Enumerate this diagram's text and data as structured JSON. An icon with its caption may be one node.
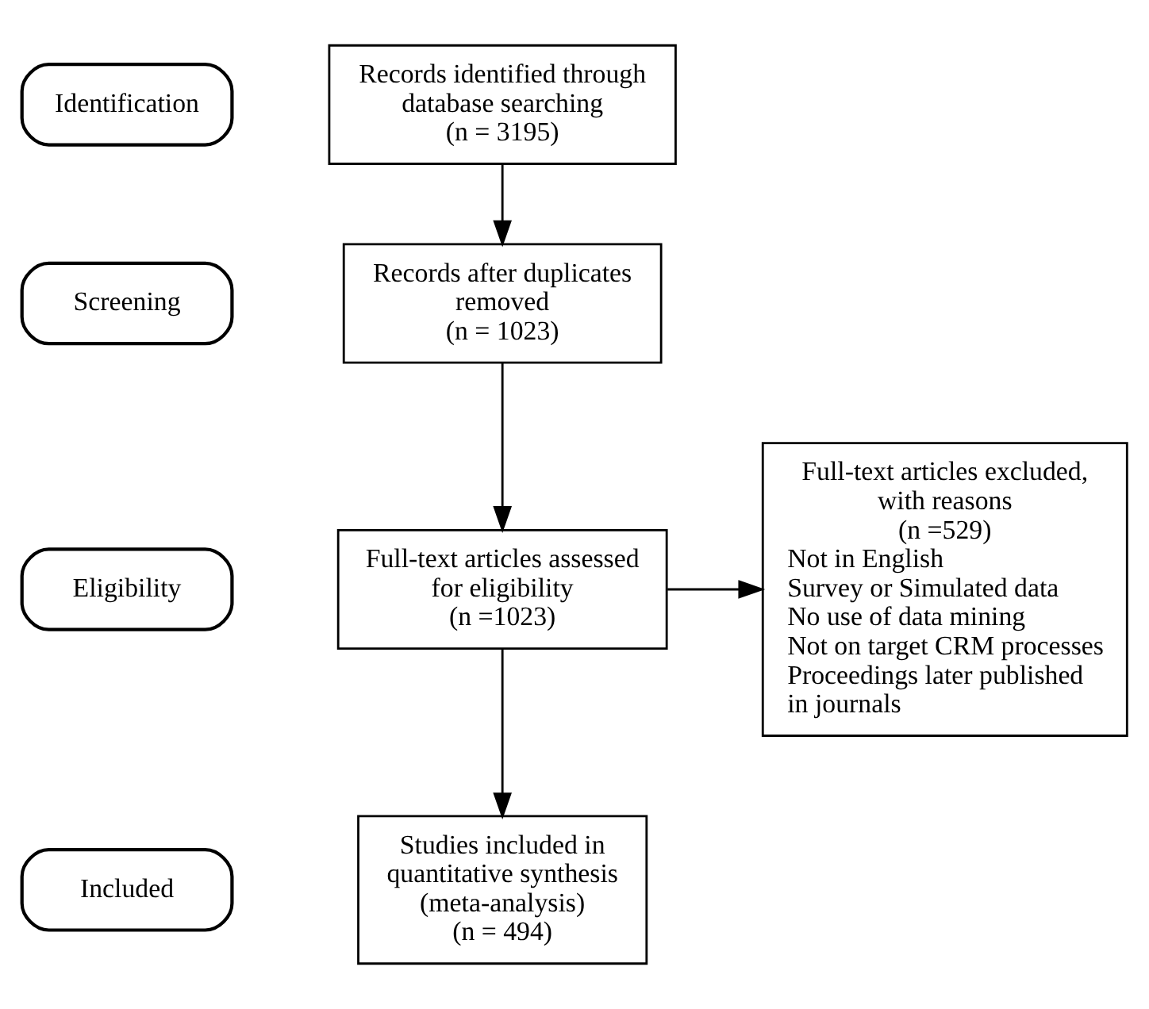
{
  "diagram": {
    "nodes": [
      {
        "text": [
          "Identification"
        ]
      },
      {
        "text": [
          "Screening"
        ]
      },
      {
        "text": [
          "Eligibility"
        ]
      },
      {
        "text": [
          "Included"
        ]
      },
      {
        "text": [
          "Records identified through database searching",
          "(n = 3195)"
        ]
      },
      {
        "text": [
          "Records after duplicates removed",
          "(n = 1023)"
        ]
      },
      {
        "text": [
          "Full-text articles assessed for eligibility",
          "(n =1023)"
        ]
      },
      {
        "text": [
          "Full-text articles excluded, with reasons",
          "(n =529)",
          "Not in English",
          "Survey or Simulated data",
          "No use of data mining",
          "Not on target CRM processes",
          "Proceedings later published in journals"
        ]
      },
      {
        "text": [
          "Studies included in quantitative synthesis (meta-analysis)",
          "(n = 494)"
        ]
      }
    ],
    "edges": [
      {
        "from": 4,
        "to": 5,
        "arrow": "to"
      },
      {
        "from": 5,
        "to": 6,
        "arrow": "to"
      },
      {
        "from": 6,
        "to": 7,
        "arrow": "to"
      },
      {
        "from": 6,
        "to": 8,
        "arrow": "to"
      }
    ]
  }
}
